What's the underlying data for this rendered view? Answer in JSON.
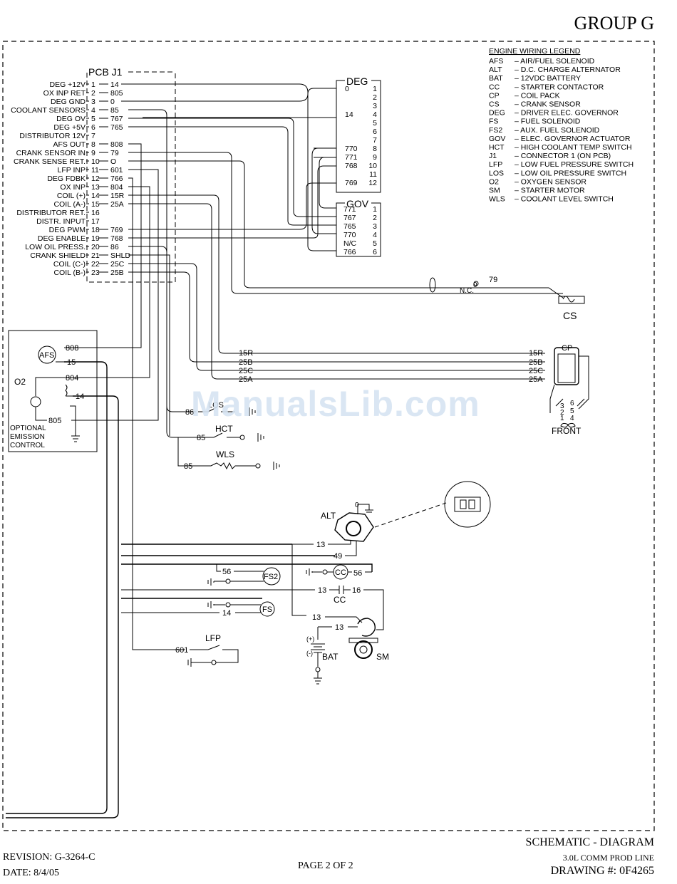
{
  "header": {
    "group": "GROUP G"
  },
  "pcb": {
    "title": "PCB J1",
    "pins": [
      {
        "label": "DEG +12V",
        "num": "1",
        "wire": "14"
      },
      {
        "label": "OX INP RET",
        "num": "2",
        "wire": "805"
      },
      {
        "label": "DEG GND",
        "num": "3",
        "wire": "0"
      },
      {
        "label": "COOLANT SENSORS",
        "num": "4",
        "wire": "85"
      },
      {
        "label": "DEG OV",
        "num": "5",
        "wire": "767"
      },
      {
        "label": "DEG +5V",
        "num": "6",
        "wire": "765"
      },
      {
        "label": "DISTRIBUTOR 12V",
        "num": "7",
        "wire": ""
      },
      {
        "label": "AFS OUT",
        "num": "8",
        "wire": "808"
      },
      {
        "label": "CRANK SENSOR IN",
        "num": "9",
        "wire": "79"
      },
      {
        "label": "CRANK SENSE RET.",
        "num": "10",
        "wire": "O"
      },
      {
        "label": "LFP INP",
        "num": "11",
        "wire": "601"
      },
      {
        "label": "DEG FDBK",
        "num": "12",
        "wire": "766"
      },
      {
        "label": "OX INP",
        "num": "13",
        "wire": "804"
      },
      {
        "label": "COIL (+)",
        "num": "14",
        "wire": "15R"
      },
      {
        "label": "COIL (A-)",
        "num": "15",
        "wire": "25A"
      },
      {
        "label": "DISTRIBUTOR RET.",
        "num": "16",
        "wire": ""
      },
      {
        "label": "DISTR. INPUT",
        "num": "17",
        "wire": ""
      },
      {
        "label": "DEG PWM",
        "num": "18",
        "wire": "769"
      },
      {
        "label": "DEG ENABLE",
        "num": "19",
        "wire": "768"
      },
      {
        "label": "LOW OIL PRESS.",
        "num": "20",
        "wire": "86"
      },
      {
        "label": "CRANK SHIELD",
        "num": "21",
        "wire": "SHLD"
      },
      {
        "label": "COIL (C-)",
        "num": "22",
        "wire": "25C"
      },
      {
        "label": "COIL (B-)",
        "num": "23",
        "wire": "25B"
      }
    ]
  },
  "deg": {
    "title": "DEG",
    "pins": [
      {
        "num": "1",
        "wire": "0"
      },
      {
        "num": "2",
        "wire": ""
      },
      {
        "num": "3",
        "wire": ""
      },
      {
        "num": "4",
        "wire": "14"
      },
      {
        "num": "5",
        "wire": ""
      },
      {
        "num": "6",
        "wire": ""
      },
      {
        "num": "7",
        "wire": ""
      },
      {
        "num": "8",
        "wire": "770"
      },
      {
        "num": "9",
        "wire": "771"
      },
      {
        "num": "10",
        "wire": "768"
      },
      {
        "num": "11",
        "wire": ""
      },
      {
        "num": "12",
        "wire": "769"
      }
    ]
  },
  "gov": {
    "title": "GOV",
    "pins": [
      {
        "num": "1",
        "wire": "771"
      },
      {
        "num": "2",
        "wire": "767"
      },
      {
        "num": "3",
        "wire": "765"
      },
      {
        "num": "4",
        "wire": "770"
      },
      {
        "num": "5",
        "wire": "N/C"
      },
      {
        "num": "6",
        "wire": "766"
      }
    ]
  },
  "legend": {
    "title": "ENGINE WIRING LEGEND",
    "items": [
      {
        "abbr": "AFS",
        "desc": "AIR/FUEL SOLENOID"
      },
      {
        "abbr": "ALT",
        "desc": "D.C. CHARGE ALTERNATOR"
      },
      {
        "abbr": "BAT",
        "desc": "12VDC BATTERY"
      },
      {
        "abbr": "CC",
        "desc": "STARTER CONTACTOR"
      },
      {
        "abbr": "CP",
        "desc": "COIL PACK"
      },
      {
        "abbr": "CS",
        "desc": "CRANK SENSOR"
      },
      {
        "abbr": "DEG",
        "desc": "DRIVER ELEC. GOVERNOR"
      },
      {
        "abbr": "FS",
        "desc": "FUEL SOLENOID"
      },
      {
        "abbr": "FS2",
        "desc": "AUX. FUEL SOLENOID"
      },
      {
        "abbr": "GOV",
        "desc": "ELEC. GOVERNOR ACTUATOR"
      },
      {
        "abbr": "HCT",
        "desc": "HIGH COOLANT TEMP SWITCH"
      },
      {
        "abbr": "J1",
        "desc": "CONNECTOR 1 (ON PCB)"
      },
      {
        "abbr": "LFP",
        "desc": "LOW FUEL PRESSURE SWITCH"
      },
      {
        "abbr": "LOS",
        "desc": "LOW OIL PRESSURE SWITCH"
      },
      {
        "abbr": "O2",
        "desc": "OXYGEN SENSOR"
      },
      {
        "abbr": "SM",
        "desc": "STARTER MOTOR"
      },
      {
        "abbr": "WLS",
        "desc": "COOLANT LEVEL SWITCH"
      }
    ]
  },
  "components": {
    "cs": "CS",
    "cp": "CP",
    "front": "FRONT",
    "afs": "AFS",
    "o2": "O2",
    "emission": [
      "OPTIONAL",
      "EMISSION",
      "CONTROL"
    ],
    "hct": "HCT",
    "wls": "WLS",
    "los": "LOS",
    "alt": "ALT",
    "fs2": "FS2",
    "cc": "CC",
    "fs": "FS",
    "lfp": "LFP",
    "bat": "BAT",
    "sm": "SM"
  },
  "wire_labels": {
    "w79": "79",
    "nc": "N.C.",
    "w0": "0",
    "w15R": "15R",
    "w25B": "25B",
    "w25C": "25C",
    "w25A": "25A",
    "w808": "808",
    "w15": "15",
    "w804": "804",
    "w14": "14",
    "w805": "805",
    "w86": "86",
    "w85": "85",
    "w13": "13",
    "w49": "49",
    "w56": "56",
    "w16": "16",
    "w601": "601",
    "plus": "(+)",
    "minus": "(-)"
  },
  "footer": {
    "revision": "REVISION: G-3264-C",
    "date": "DATE: 8/4/05",
    "page": "PAGE 2 OF 2",
    "title": "SCHEMATIC - DIAGRAM",
    "subtitle": "3.0L COMM PROD LINE",
    "drawing": "DRAWING #: 0F4265"
  },
  "watermark": "ManualsLib.com"
}
